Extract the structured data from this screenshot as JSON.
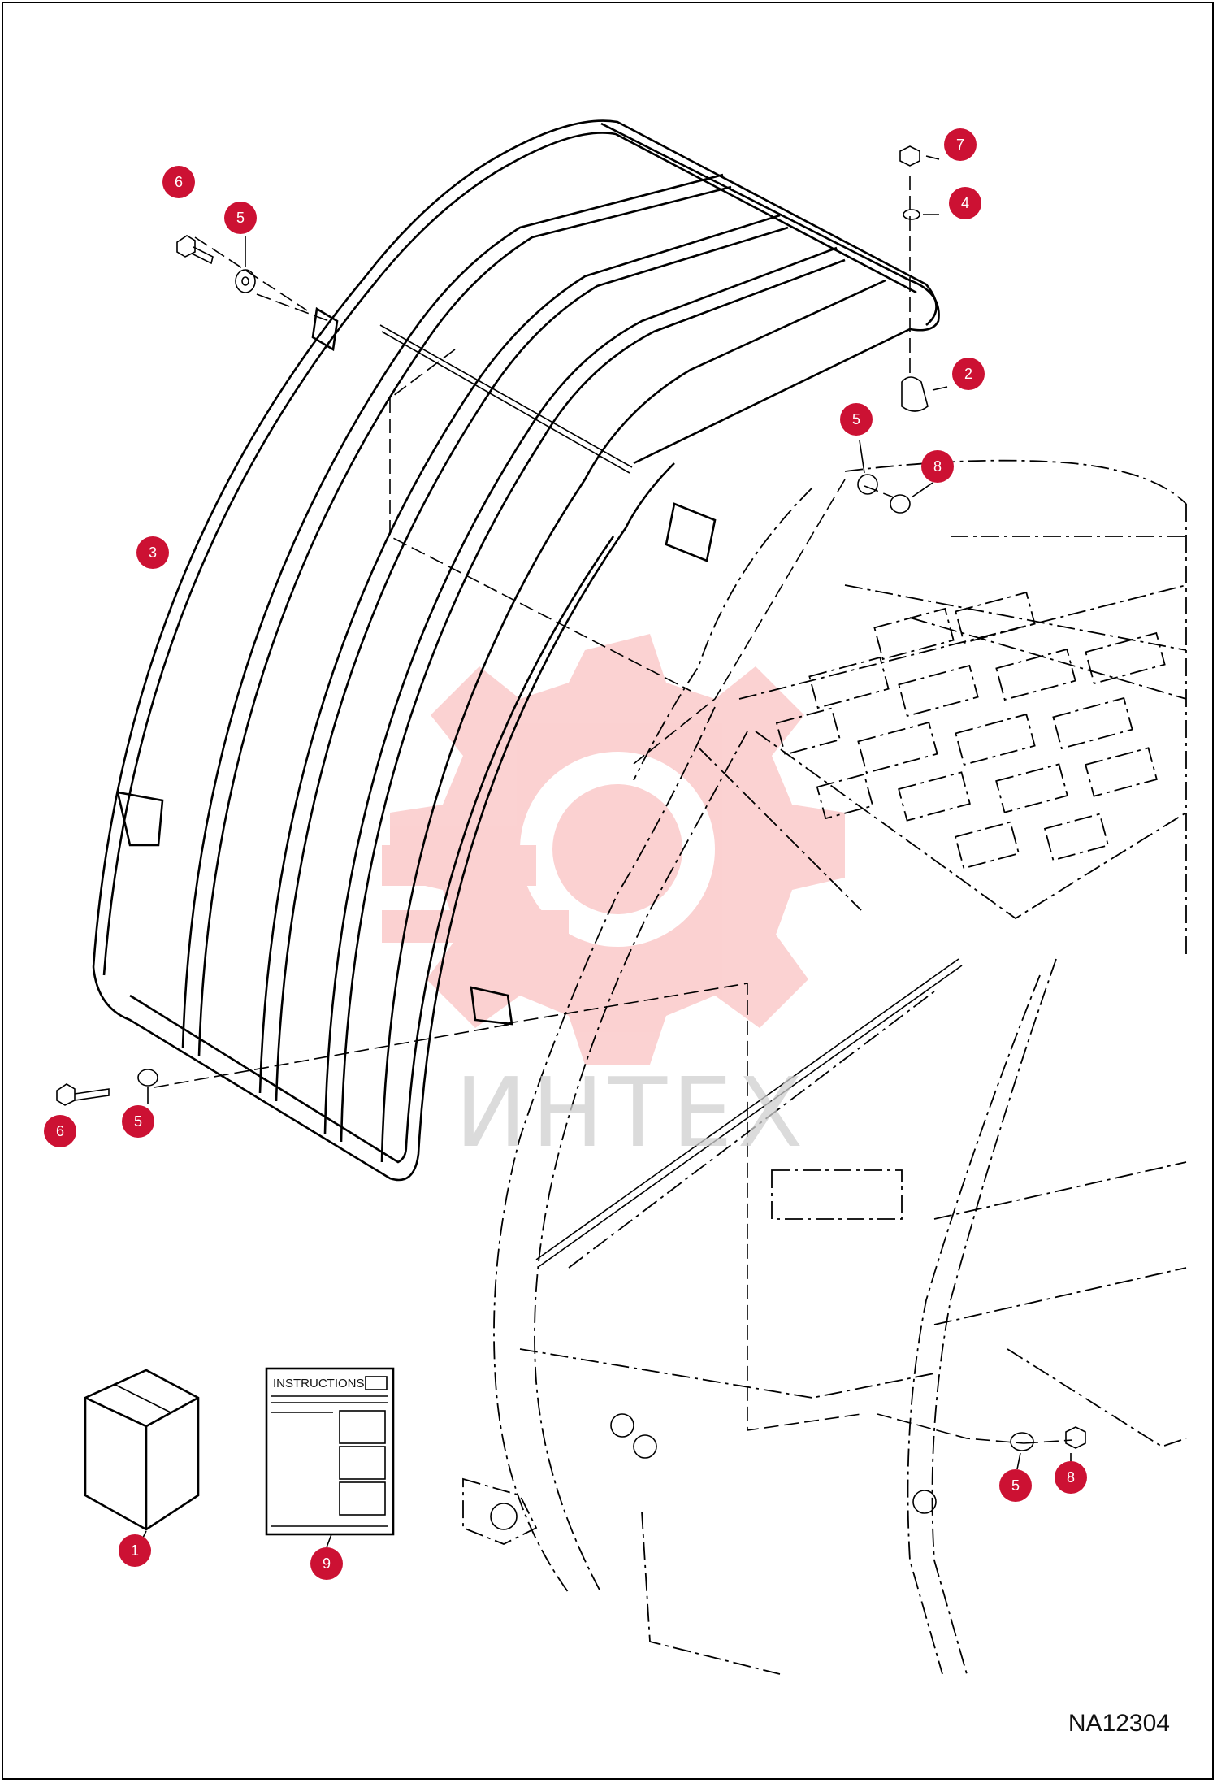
{
  "figure_id": "NA12304",
  "watermark": "ИНТЕХ",
  "instructions_label": "INSTRUCTIONS",
  "callouts": [
    {
      "num": "1"
    },
    {
      "num": "2"
    },
    {
      "num": "3"
    },
    {
      "num": "4"
    },
    {
      "num": "5"
    },
    {
      "num": "5"
    },
    {
      "num": "5"
    },
    {
      "num": "6"
    },
    {
      "num": "6"
    },
    {
      "num": "7"
    },
    {
      "num": "8"
    },
    {
      "num": "8"
    },
    {
      "num": "9"
    }
  ],
  "colors": {
    "callout": "#cc1133",
    "line": "#000000",
    "watermark": "#f3b5b5"
  }
}
